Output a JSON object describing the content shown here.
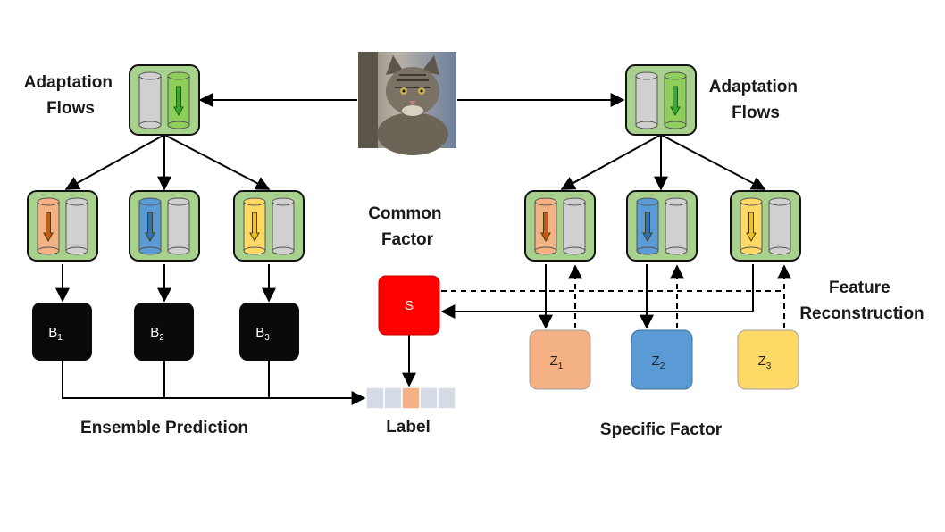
{
  "labels": {
    "adaptation_flows_left": [
      "Adaptation",
      "Flows"
    ],
    "adaptation_flows_right": [
      "Adaptation",
      "Flows"
    ],
    "common_factor": [
      "Common",
      "Factor"
    ],
    "feature_reconstruction": [
      "Feature",
      "Reconstruction"
    ],
    "ensemble_prediction": "Ensemble Prediction",
    "label": "Label",
    "specific_factor": "Specific Factor"
  },
  "boxes": {
    "shared": "S",
    "branches": [
      {
        "letter": "B",
        "sub": "1"
      },
      {
        "letter": "B",
        "sub": "2"
      },
      {
        "letter": "B",
        "sub": "3"
      }
    ],
    "specific": [
      {
        "letter": "Z",
        "sub": "1"
      },
      {
        "letter": "Z",
        "sub": "2"
      },
      {
        "letter": "Z",
        "sub": "3"
      }
    ]
  },
  "colors": {
    "flow_box": "#a9d18e",
    "cylinder_gray": "#d0d0d0",
    "arrow_green": "#5bbf3a",
    "orange": "#f4b183",
    "blue": "#5b9bd5",
    "yellow": "#ffd966",
    "shared_red": "#ff0000",
    "branch_black": "#0a0a0a",
    "label_highlight": "#f4b183",
    "label_cell": "#d6dce5"
  },
  "image": {
    "subject": "cat-photo"
  }
}
